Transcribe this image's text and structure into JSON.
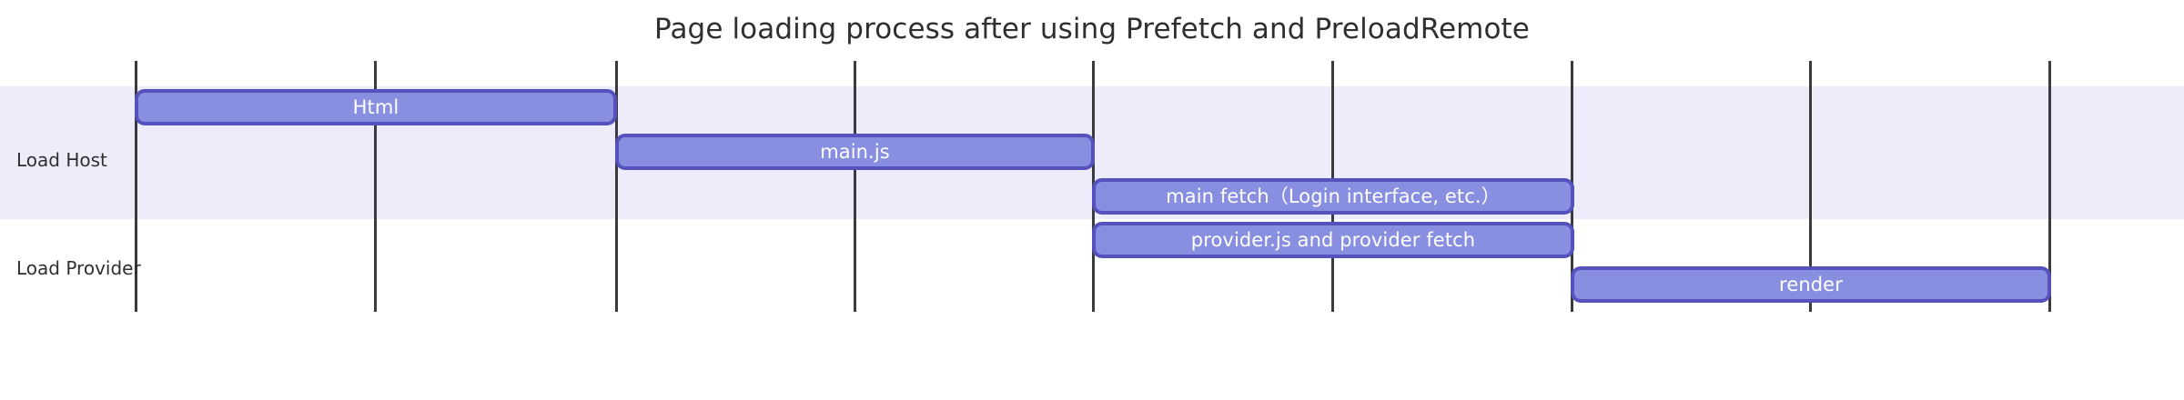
{
  "chart_data": {
    "type": "bar",
    "subtype": "gantt-timeline",
    "title": "Page loading process after using Prefetch and PreloadRemote",
    "xlabel": "",
    "ylabel": "",
    "categories": [
      "Load Host",
      "Load Provider"
    ],
    "grid": true,
    "legend": null,
    "xlim": [
      0,
      9
    ],
    "x_gridlines": [
      0,
      1,
      2,
      3,
      4,
      5,
      6,
      7,
      8
    ],
    "tasks": [
      {
        "name": "Html",
        "row": "Load Host",
        "start": 0,
        "end": 2,
        "lane": 0
      },
      {
        "name": "main.js",
        "row": "Load Host",
        "start": 2,
        "end": 4,
        "lane": 1
      },
      {
        "name": "main fetch（Login interface, etc.）",
        "row": "Load Host",
        "start": 4,
        "end": 6,
        "lane": 2
      },
      {
        "name": "provider.js and provider fetch",
        "row": "Load Provider",
        "start": 4,
        "end": 6,
        "lane": 3
      },
      {
        "name": "render",
        "row": "Load Provider",
        "start": 6,
        "end": 8,
        "lane": 4
      }
    ],
    "colors": {
      "bar_fill": "#888ee0",
      "bar_border": "#5652bd",
      "bar_text": "#ffffff",
      "band": "#eeecfb",
      "gridline": "#3a3a3f",
      "background": "#ffffff",
      "text": "#2f2f33"
    }
  },
  "chart": {
    "title": "Page loading process after using Prefetch and PreloadRemote",
    "rows": [
      {
        "label": "Load Host"
      },
      {
        "label": "Load Provider"
      }
    ],
    "bars": [
      {
        "label": "Html"
      },
      {
        "label": "main.js"
      },
      {
        "label": "main fetch（Login interface, etc.）"
      },
      {
        "label": "provider.js and provider fetch"
      },
      {
        "label": "render"
      }
    ]
  }
}
